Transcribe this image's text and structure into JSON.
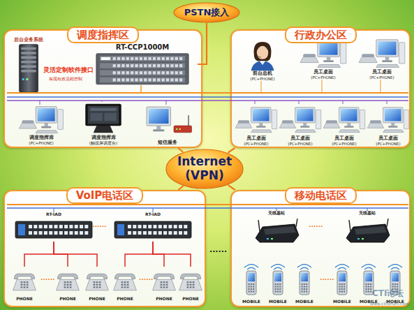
{
  "diagram": {
    "nodes": [
      {
        "text": [
          "PSTN接入"
        ]
      },
      {
        "text": [
          "调度指挥区"
        ]
      },
      {
        "text": [
          "后台业务系统"
        ],
        "in": 1
      },
      {
        "text": [
          "RT-CCP1000M"
        ],
        "in": 1
      },
      {
        "text": [
          "调度指挥席",
          "(PC+PHONE)"
        ],
        "in": 1
      },
      {
        "text": [
          "调度指挥席",
          "(触摸屏调度台)"
        ],
        "in": 1
      },
      {
        "text": [
          "短信服务"
        ],
        "in": 1
      },
      {
        "text": [
          "行政办公区"
        ]
      },
      {
        "text": [
          "前台总机",
          "(PC+PHONE)"
        ],
        "in": 7
      },
      {
        "text": [
          "员工桌面",
          "(PC+PHONE)"
        ],
        "in": 7
      },
      {
        "text": [
          "员工桌面",
          "(PC+PHONE)"
        ],
        "in": 7
      },
      {
        "text": [
          "员工桌面",
          "(PC+PHONE)"
        ],
        "in": 7
      },
      {
        "text": [
          "员工桌面",
          "(PC+PHONE)"
        ],
        "in": 7
      },
      {
        "text": [
          "员工桌面",
          "(PC+PHONE)"
        ],
        "in": 7
      },
      {
        "text": [
          "员工桌面",
          "(PC+PHONE)"
        ],
        "in": 7
      },
      {
        "text": [
          "Internet (VPN)"
        ]
      },
      {
        "text": [
          "VoIP电话区"
        ]
      },
      {
        "text": [
          "RT-IAD"
        ],
        "in": 16
      },
      {
        "text": [
          "RT-IAD"
        ],
        "in": 16
      },
      {
        "text": [
          "PHONE"
        ],
        "in": 16
      },
      {
        "text": [
          "PHONE"
        ],
        "in": 16
      },
      {
        "text": [
          "PHONE"
        ],
        "in": 16
      },
      {
        "text": [
          "PHONE"
        ],
        "in": 16
      },
      {
        "text": [
          "PHONE"
        ],
        "in": 16
      },
      {
        "text": [
          "PHONE"
        ],
        "in": 16
      },
      {
        "text": [
          "移动电话区"
        ]
      },
      {
        "text": [
          "无线基站"
        ],
        "in": 25
      },
      {
        "text": [
          "无线基站"
        ],
        "in": 25
      },
      {
        "text": [
          "MOBILE"
        ],
        "in": 25
      },
      {
        "text": [
          "MOBILE"
        ],
        "in": 25
      },
      {
        "text": [
          "MOBILE"
        ],
        "in": 25
      },
      {
        "text": [
          "MOBILE"
        ],
        "in": 25
      },
      {
        "text": [
          "MOBILE"
        ],
        "in": 25
      },
      {
        "text": [
          "MOBILE"
        ],
        "in": 25
      }
    ],
    "edges": [
      {
        "from": 0,
        "to": 3,
        "arrow": "none"
      },
      {
        "from": 15,
        "to": 1,
        "arrow": "none"
      },
      {
        "from": 15,
        "to": 7,
        "arrow": "none"
      },
      {
        "from": 15,
        "to": 16,
        "arrow": "none"
      },
      {
        "from": 15,
        "to": 25,
        "arrow": "none"
      },
      {
        "from": 17,
        "to": 19,
        "arrow": "none"
      },
      {
        "from": 17,
        "to": 20,
        "arrow": "none"
      },
      {
        "from": 17,
        "to": 21,
        "arrow": "none"
      },
      {
        "from": 18,
        "to": 22,
        "arrow": "none"
      },
      {
        "from": 18,
        "to": 23,
        "arrow": "none"
      },
      {
        "from": 18,
        "to": 24,
        "arrow": "none"
      }
    ],
    "labels": [
      "灵活定制软件接口",
      "实现有效流程控制",
      "......",
      "......",
      "......",
      "......",
      "......",
      "......",
      "CTI论坛",
      "www.ctiforum.com"
    ]
  }
}
